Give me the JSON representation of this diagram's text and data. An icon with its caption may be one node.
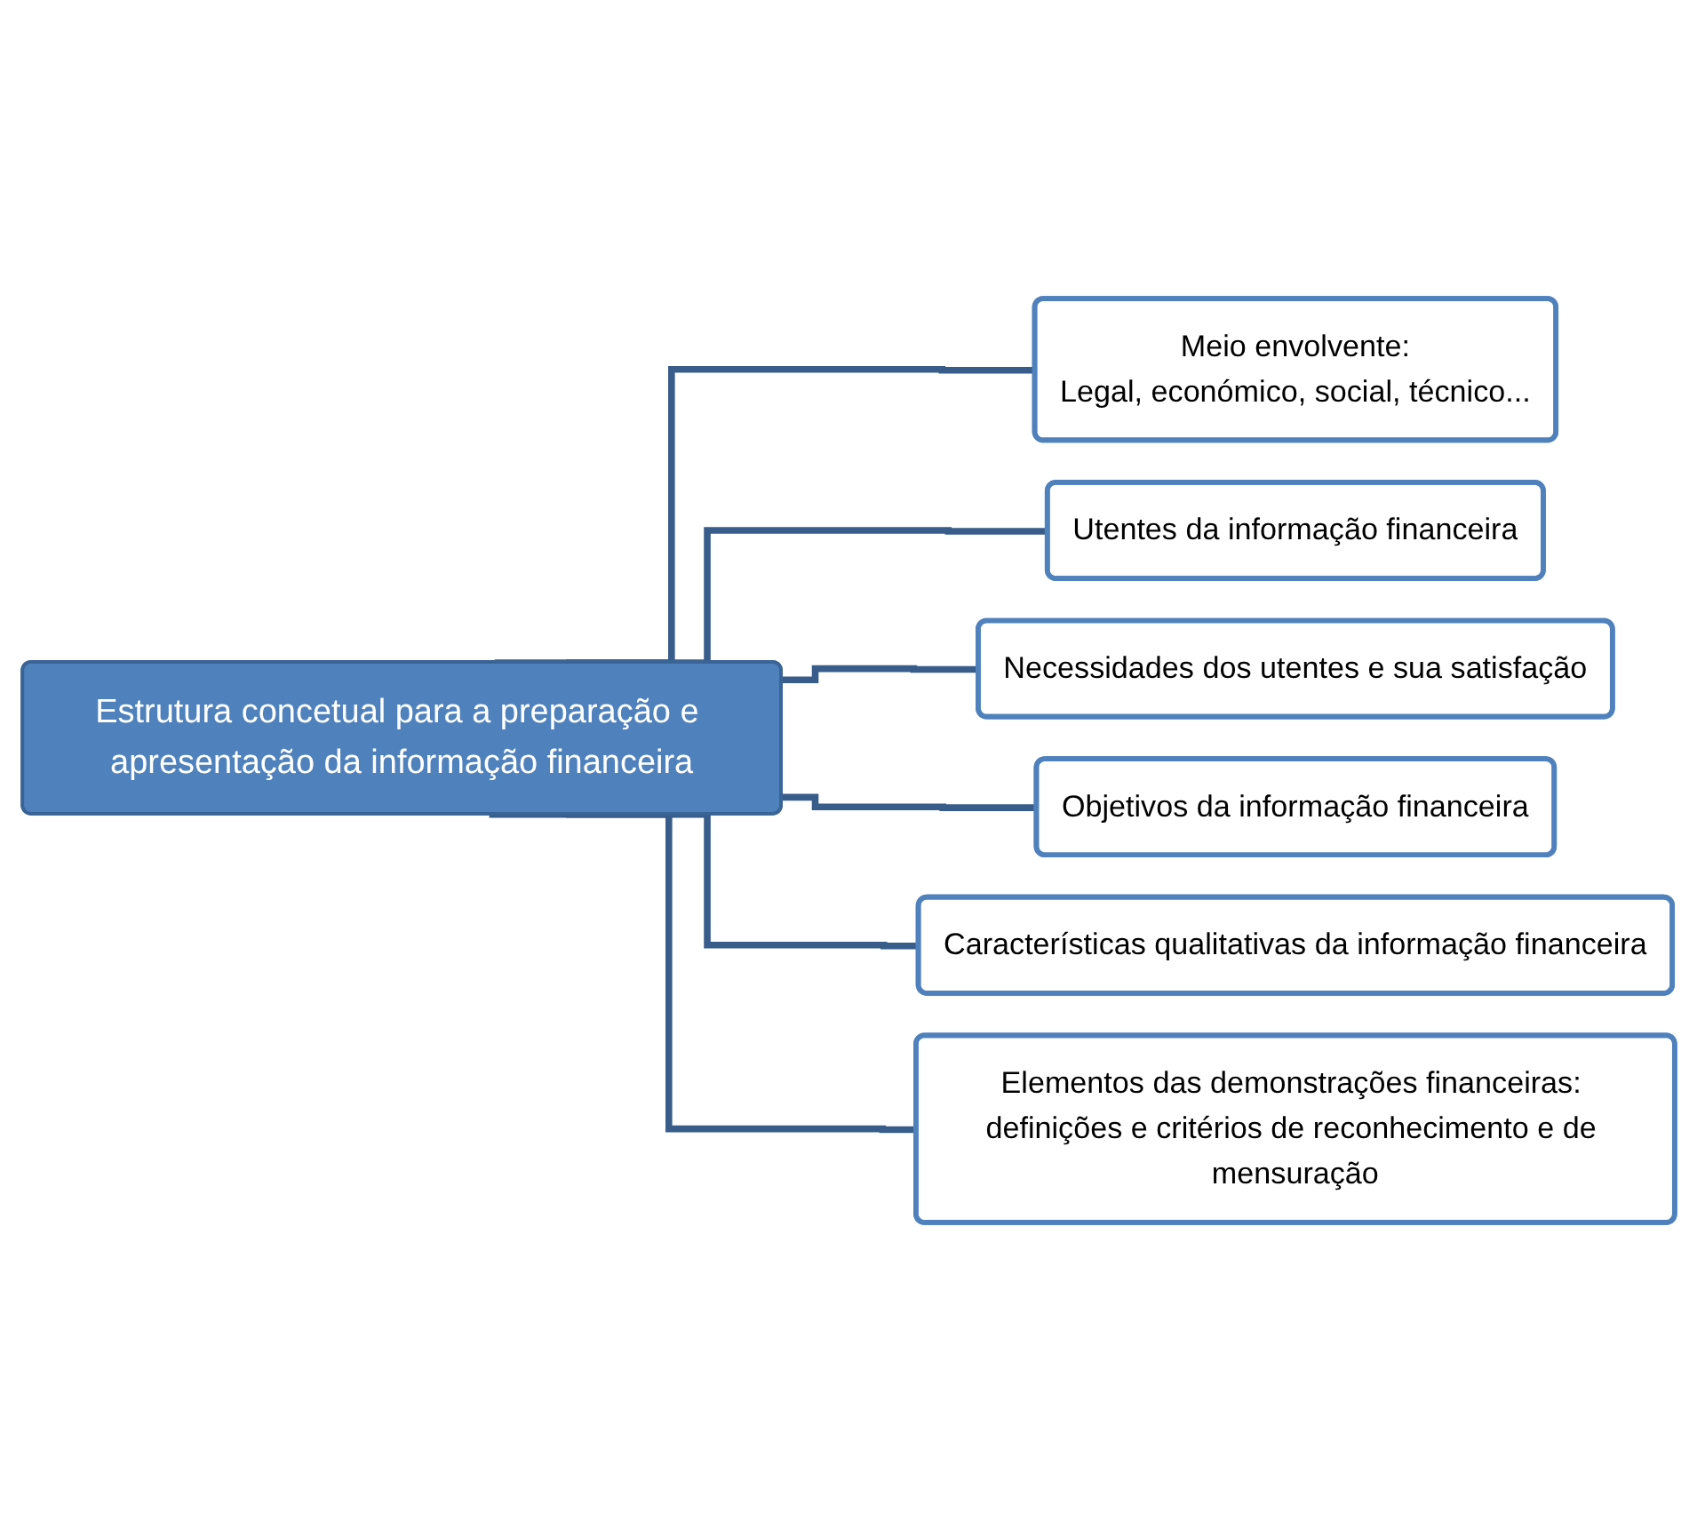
{
  "diagram": {
    "nodes": [
      {
        "text": [
          "Estrutura concetual para a preparação e apresentação da informação financeira"
        ]
      },
      {
        "text": [
          "Meio envolvente:",
          "Legal, económico, social, técnico..."
        ]
      },
      {
        "text": [
          "Utentes da informação financeira"
        ]
      },
      {
        "text": [
          "Necessidades dos utentes e sua satisfação"
        ]
      },
      {
        "text": [
          "Objetivos da informação financeira"
        ]
      },
      {
        "text": [
          "Características qualitativas da informação financeira"
        ]
      },
      {
        "text": [
          "Elementos das demonstrações financeiras: definições e critérios de reconhecimento e de mensuração"
        ]
      }
    ],
    "edges": [
      {
        "from": 0,
        "to": 1,
        "arrow": "none"
      },
      {
        "from": 0,
        "to": 2,
        "arrow": "none"
      },
      {
        "from": 0,
        "to": 3,
        "arrow": "none"
      },
      {
        "from": 0,
        "to": 4,
        "arrow": "none"
      },
      {
        "from": 0,
        "to": 5,
        "arrow": "none"
      },
      {
        "from": 0,
        "to": 6,
        "arrow": "none"
      }
    ]
  }
}
